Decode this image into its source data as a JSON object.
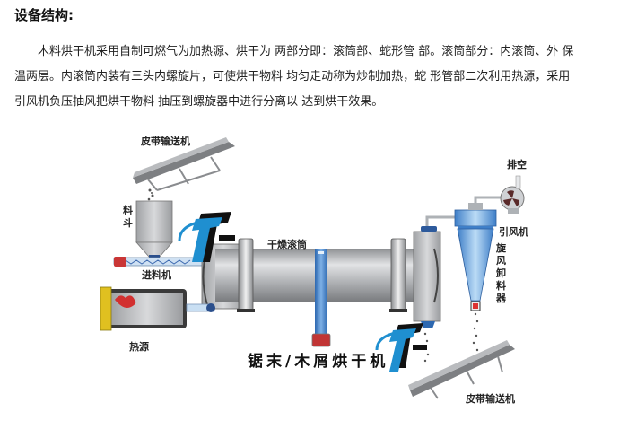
{
  "heading": "设备结构:",
  "paragraph": {
    "lines": [
      "木料烘干机采用自制可燃气为加热源、烘干为 两部分即：滚筒部、蛇形管 部。滚筒部分：内滚筒、外 保",
      "温两层。内滚筒内装有三头内螺旋片，可使烘干物料 均匀走动称为炒制加热，蛇 形管部二次利用热源，采用",
      "引风机负压抽风把烘干物料 抽压到螺旋器中进行分离以 达到烘干效果。"
    ]
  },
  "diagram": {
    "labels": {
      "belt_conveyor_top": "皮带输送机",
      "hopper": "料斗",
      "feeder": "进料机",
      "heat_source": "热源",
      "drying_drum": "干燥滚筒",
      "exhaust": "排空",
      "induced_fan": "引风机",
      "cyclone": "旋风卸料器",
      "belt_conveyor_bottom": "皮带输送机",
      "product_name": "锯末/木屑烘干机"
    },
    "colors": {
      "drum_gray": "#a9abae",
      "cyclone_blue": "#4a8fd6",
      "logo_blue": "#1f8fd0",
      "logo_black": "#111111",
      "heat_yellow": "#e0c020",
      "flame_red": "#d23030"
    }
  }
}
